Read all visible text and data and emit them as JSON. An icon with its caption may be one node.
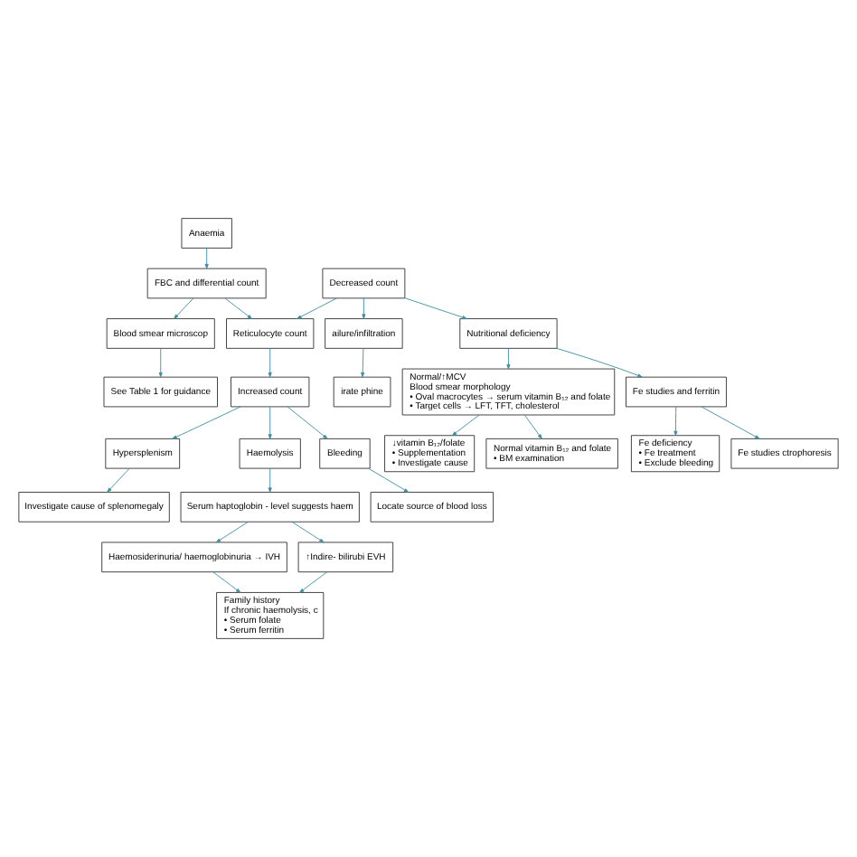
{
  "diagram": {
    "nodes": [
      {
        "text": [
          "Anaemia"
        ]
      },
      {
        "text": [
          "FBC and differential count"
        ]
      },
      {
        "text": [
          "Reticulocyte count"
        ]
      },
      {
        "text": [
          "Blood smear microscop"
        ]
      },
      {
        "text": [
          "Decreased count"
        ]
      },
      {
        "text": [
          "Increased count"
        ]
      },
      {
        "text": [
          "See Table 1 for guidance"
        ]
      },
      {
        "text": [
          "ailure/infiltration"
        ]
      },
      {
        "text": [
          "Nutritional deficiency"
        ]
      },
      {
        "text": [
          "Bleeding"
        ]
      },
      {
        "text": [
          "Hypersplenism"
        ]
      },
      {
        "text": [
          "Haemolysis"
        ]
      },
      {
        "text": [
          "irate phine"
        ]
      },
      {
        "text": [
          "Locate source of blood loss"
        ]
      },
      {
        "text": [
          "Investigate cause of splenomegaly"
        ]
      },
      {
        "text": [
          "Serum haptoglobin - level suggests haem"
        ]
      },
      {
        "text": [
          "Fe studies and ferritin"
        ]
      },
      {
        "text": [
          "Normal/↑MCV",
          "Blood smear morphology",
          "• Oval macrocytes → serum vitamin B₁₂ and folate",
          "• Target cells → LFT, TFT, cholesterol"
        ]
      },
      {
        "text": [
          "Haemosiderinuria/ haemoglobinuria → IVH"
        ]
      },
      {
        "text": [
          "↑Indire- bilirubi EVH"
        ]
      },
      {
        "text": [
          "Fe studies ctrophoresis"
        ]
      },
      {
        "text": [
          "Fe deficiency",
          "• Fe treatment",
          "• Exclude bleeding"
        ]
      },
      {
        "text": [
          "Normal vitamin B₁₂ and folate",
          "• BM examination"
        ]
      },
      {
        "text": [
          "↓vitamin B₁₂/folate",
          "• Supplementation",
          "• Investigate cause"
        ]
      },
      {
        "text": [
          "Family history",
          "If chronic haemolysis, c",
          "• Serum folate",
          "• Serum ferritin"
        ]
      }
    ],
    "edges": [
      {
        "from": 0,
        "to": 1,
        "arrow": "to"
      },
      {
        "from": 1,
        "to": 2,
        "arrow": "to"
      },
      {
        "from": 1,
        "to": 3,
        "arrow": "to"
      },
      {
        "from": 4,
        "to": 2,
        "arrow": "to"
      },
      {
        "from": 2,
        "to": 5,
        "arrow": "to"
      },
      {
        "from": 3,
        "to": 6,
        "arrow": "to"
      },
      {
        "from": 4,
        "to": 7,
        "arrow": "to"
      },
      {
        "from": 4,
        "to": 8,
        "arrow": "to"
      },
      {
        "from": 5,
        "to": 9,
        "arrow": "to"
      },
      {
        "from": 5,
        "to": 10,
        "arrow": "to"
      },
      {
        "from": 5,
        "to": 11,
        "arrow": "to"
      },
      {
        "from": 7,
        "to": 12,
        "arrow": "to"
      },
      {
        "from": 9,
        "to": 13,
        "arrow": "to"
      },
      {
        "from": 10,
        "to": 14,
        "arrow": "to"
      },
      {
        "from": 11,
        "to": 15,
        "arrow": "to"
      },
      {
        "from": 8,
        "to": 16,
        "arrow": "to"
      },
      {
        "from": 8,
        "to": 17,
        "arrow": "to"
      },
      {
        "from": 15,
        "to": 18,
        "arrow": "to"
      },
      {
        "from": 15,
        "to": 19,
        "arrow": "to"
      },
      {
        "from": 16,
        "to": 20,
        "arrow": "to"
      },
      {
        "from": 16,
        "to": 21,
        "arrow": "to"
      },
      {
        "from": 17,
        "to": 22,
        "arrow": "to"
      },
      {
        "from": 17,
        "to": 23,
        "arrow": "to"
      },
      {
        "from": 18,
        "to": 24,
        "arrow": "to"
      },
      {
        "from": 19,
        "to": 24,
        "arrow": "to"
      }
    ]
  }
}
